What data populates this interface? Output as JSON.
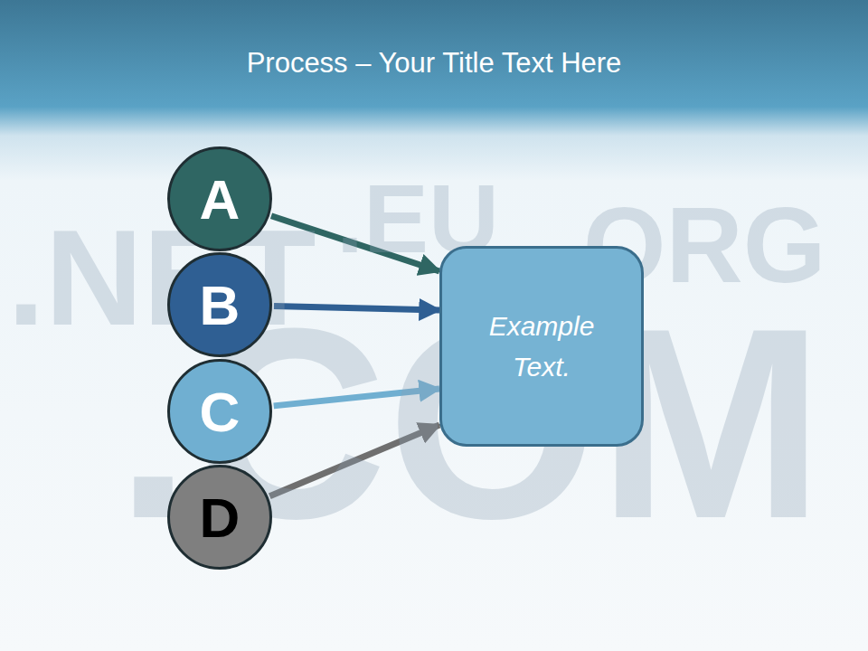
{
  "diagram": {
    "title": "Process – Your Title Text Here",
    "nodes": [
      {
        "text": [
          "A"
        ]
      },
      {
        "text": [
          "B"
        ]
      },
      {
        "text": [
          "C"
        ]
      },
      {
        "text": [
          "D"
        ]
      },
      {
        "text": [
          "Example Text."
        ]
      }
    ],
    "edges": [
      {
        "from": 0,
        "to": 4,
        "arrow": "to"
      },
      {
        "from": 1,
        "to": 4,
        "arrow": "to"
      },
      {
        "from": 2,
        "to": 4,
        "arrow": "to"
      },
      {
        "from": 3,
        "to": 4,
        "arrow": "to"
      }
    ],
    "labels": [
      ".NET",
      ".EU",
      ".ORG",
      ".COM"
    ]
  }
}
